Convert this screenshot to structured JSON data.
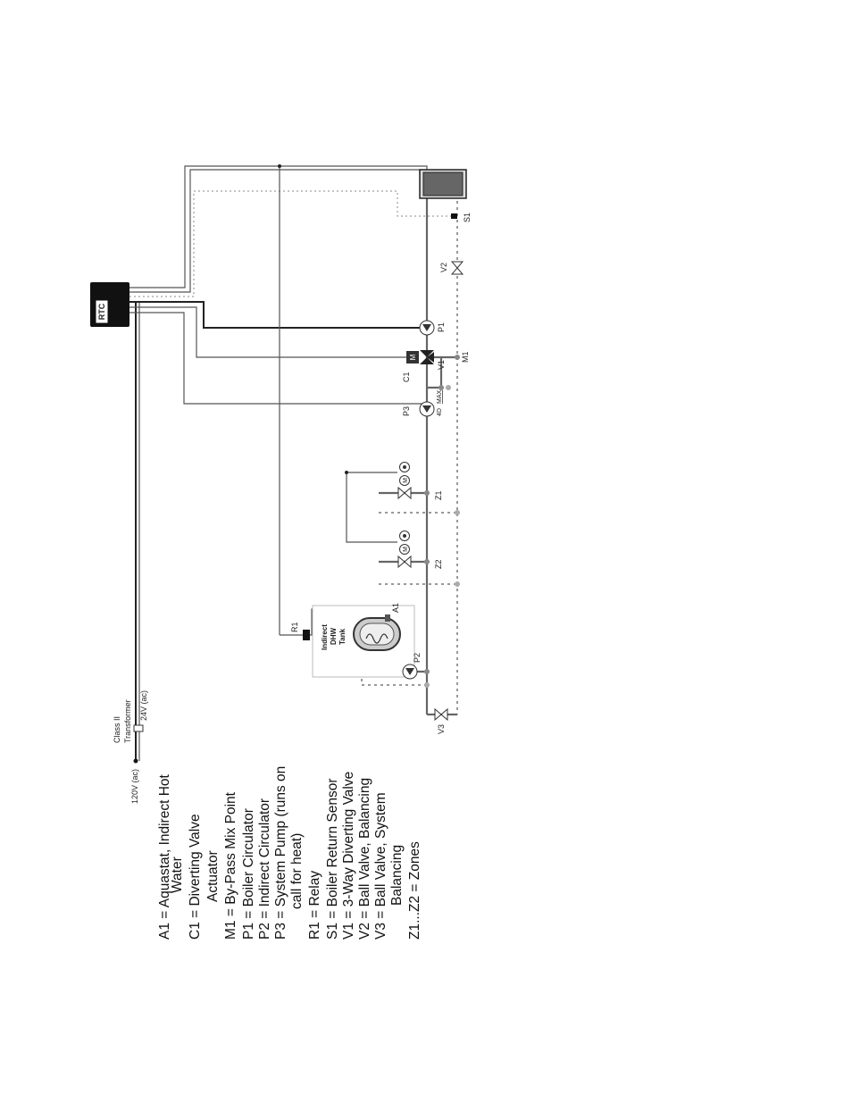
{
  "controller": {
    "label": "RTC"
  },
  "power": {
    "line_voltage": "120V (ac)",
    "transformer_line1": "Class II",
    "transformer_line2": "Transformer",
    "low_voltage": "24V (ac)"
  },
  "tank": {
    "line1": "Indirect",
    "line2": "DHW",
    "line3": "Tank"
  },
  "components": {
    "r1": "R1",
    "a1": "A1",
    "p2": "P2",
    "v3": "V3",
    "z1": "Z1",
    "z2": "Z2",
    "p3": "P3",
    "c1": "C1",
    "c1_mark": "M",
    "v1": "V1",
    "m1": "M1",
    "p1": "P1",
    "v2": "V2",
    "s1": "S1",
    "zone_valve_mark": "M",
    "spacing_number": "4D",
    "spacing_max": "MAX"
  },
  "legend": [
    {
      "id": "a1",
      "text": "A1 = Aquastat, Indirect Hot"
    },
    {
      "id": "a1-cont",
      "text": "Water"
    },
    {
      "id": "c1",
      "text": "C1 = Diverting Valve"
    },
    {
      "id": "c1-cont",
      "text": "Actuator"
    },
    {
      "id": "m1",
      "text": "M1 = By-Pass Mix Point"
    },
    {
      "id": "p1",
      "text": "P1 = Boiler Circulator"
    },
    {
      "id": "p2",
      "text": "P2 = Indirect Circulator"
    },
    {
      "id": "p3",
      "text": "P3 = System Pump (runs on"
    },
    {
      "id": "p3-cont",
      "text": "call for heat)"
    },
    {
      "id": "r1",
      "text": "R1 = Relay"
    },
    {
      "id": "s1",
      "text": "S1 = Boiler Return Sensor"
    },
    {
      "id": "v1",
      "text": "V1 = 3-Way Diverting Valve"
    },
    {
      "id": "v2",
      "text": "V2 = Ball Valve, Balancing"
    },
    {
      "id": "v3",
      "text": "V3 = Ball Valve, System"
    },
    {
      "id": "v3-cont",
      "text": "Balancing"
    },
    {
      "id": "z",
      "text": "Z1...Z2 = Zones"
    }
  ]
}
